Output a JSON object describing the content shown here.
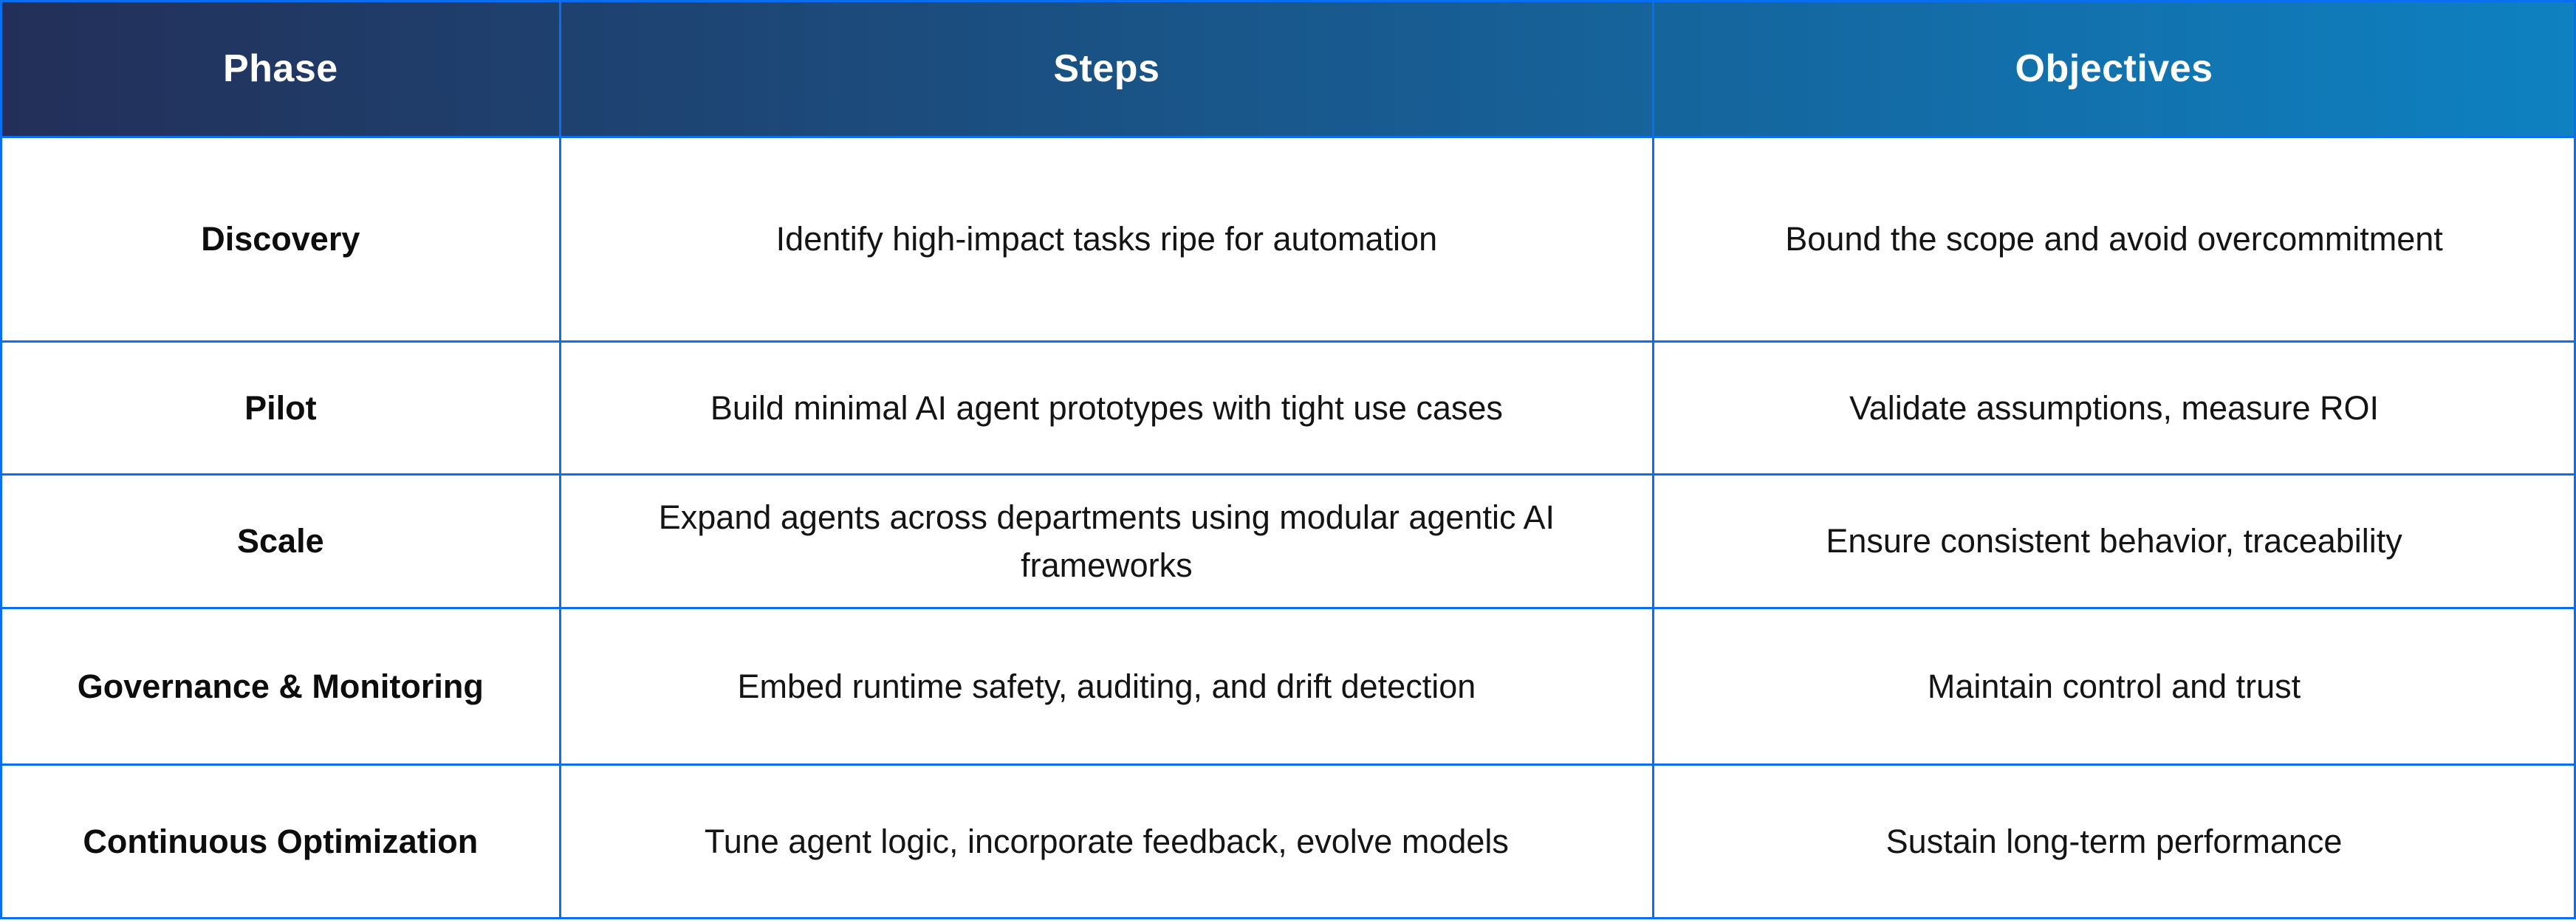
{
  "page": {
    "background_color": "#ffffff"
  },
  "table": {
    "border_color": "#0a6ef3",
    "header": {
      "gradient_start_color": "#232f58",
      "gradient_end_color": "#0e81c1",
      "text_color": "#ffffff",
      "columns": [
        "Phase",
        "Steps",
        "Objectives"
      ]
    },
    "rows": [
      {
        "phase": "Discovery",
        "steps": "Identify high-impact tasks ripe for automation",
        "objectives": "Bound the scope and avoid overcommitment"
      },
      {
        "phase": "Pilot",
        "steps": "Build minimal AI agent prototypes with tight use cases",
        "objectives": "Validate assumptions, measure ROI"
      },
      {
        "phase": "Scale",
        "steps": "Expand agents across departments using modular agentic AI frameworks",
        "objectives": "Ensure consistent behavior, traceability"
      },
      {
        "phase": "Governance & Monitoring",
        "steps": "Embed runtime safety, auditing, and drift detection",
        "objectives": "Maintain control and trust"
      },
      {
        "phase": "Continuous Optimization",
        "steps": "Tune agent logic, incorporate feedback, evolve models",
        "objectives": "Sustain long-term performance"
      }
    ]
  }
}
